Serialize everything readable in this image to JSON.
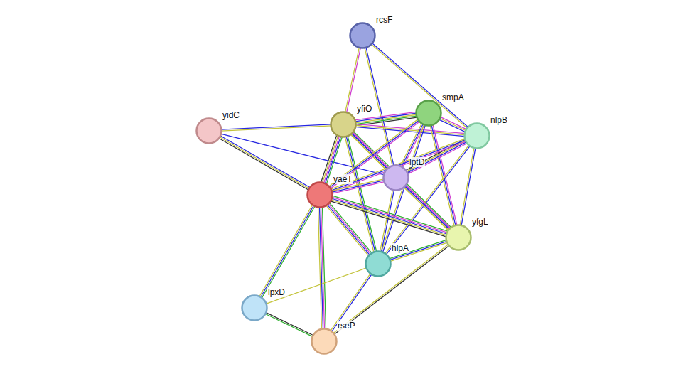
{
  "diagram": {
    "nodes": [
      {
        "text": [
          "rcsF"
        ]
      },
      {
        "text": [
          "yfiO"
        ]
      },
      {
        "text": [
          "smpA"
        ]
      },
      {
        "text": [
          "nlpB"
        ]
      },
      {
        "text": [
          "yidC"
        ]
      },
      {
        "text": [
          "lptD"
        ]
      },
      {
        "text": [
          "yaeT"
        ]
      },
      {
        "text": [
          "yfgL"
        ]
      },
      {
        "text": [
          "hlpA"
        ]
      },
      {
        "text": [
          "lpxD"
        ]
      },
      {
        "text": [
          "rseP"
        ]
      }
    ],
    "edges": [
      {
        "from": 0,
        "to": 1,
        "arrow": "none"
      },
      {
        "from": 0,
        "to": 5,
        "arrow": "none"
      },
      {
        "from": 0,
        "to": 3,
        "arrow": "none"
      },
      {
        "from": 4,
        "to": 1,
        "arrow": "none"
      },
      {
        "from": 4,
        "to": 6,
        "arrow": "none"
      },
      {
        "from": 4,
        "to": 5,
        "arrow": "none"
      },
      {
        "from": 1,
        "to": 2,
        "arrow": "none"
      },
      {
        "from": 1,
        "to": 3,
        "arrow": "none"
      },
      {
        "from": 1,
        "to": 5,
        "arrow": "none"
      },
      {
        "from": 1,
        "to": 6,
        "arrow": "none"
      },
      {
        "from": 1,
        "to": 7,
        "arrow": "none"
      },
      {
        "from": 1,
        "to": 8,
        "arrow": "none"
      },
      {
        "from": 2,
        "to": 3,
        "arrow": "none"
      },
      {
        "from": 2,
        "to": 5,
        "arrow": "none"
      },
      {
        "from": 2,
        "to": 6,
        "arrow": "none"
      },
      {
        "from": 2,
        "to": 7,
        "arrow": "none"
      },
      {
        "from": 2,
        "to": 8,
        "arrow": "none"
      },
      {
        "from": 3,
        "to": 5,
        "arrow": "none"
      },
      {
        "from": 3,
        "to": 6,
        "arrow": "none"
      },
      {
        "from": 3,
        "to": 7,
        "arrow": "none"
      },
      {
        "from": 3,
        "to": 8,
        "arrow": "none"
      },
      {
        "from": 5,
        "to": 6,
        "arrow": "none"
      },
      {
        "from": 5,
        "to": 7,
        "arrow": "none"
      },
      {
        "from": 5,
        "to": 8,
        "arrow": "none"
      },
      {
        "from": 6,
        "to": 7,
        "arrow": "none"
      },
      {
        "from": 6,
        "to": 8,
        "arrow": "none"
      },
      {
        "from": 6,
        "to": 9,
        "arrow": "none"
      },
      {
        "from": 6,
        "to": 10,
        "arrow": "none"
      },
      {
        "from": 8,
        "to": 9,
        "arrow": "none"
      },
      {
        "from": 8,
        "to": 10,
        "arrow": "none"
      },
      {
        "from": 8,
        "to": 7,
        "arrow": "none"
      },
      {
        "from": 9,
        "to": 10,
        "arrow": "none"
      },
      {
        "from": 7,
        "to": 10,
        "arrow": "none"
      }
    ]
  }
}
